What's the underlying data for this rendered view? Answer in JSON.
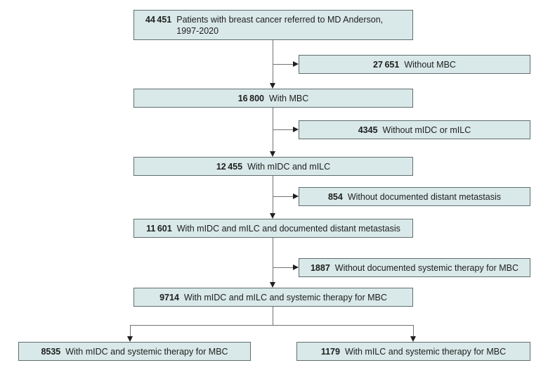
{
  "figure": {
    "type": "flowchart",
    "description": "CONSORT-style patient flow diagram",
    "colors": {
      "box_fill": "#d9e8e8",
      "box_border": "#5f6e6e",
      "connector_line": "#6f7274",
      "arrowhead": "#1f1f1f",
      "text": "#1e1e1e",
      "background": "#ffffff"
    }
  },
  "boxes": {
    "top": {
      "value": "44 451",
      "label": "Patients with breast cancer referred to MD Anderson,",
      "label2": "1997-2020"
    },
    "side1": {
      "value": "27 651",
      "label": "Without MBC"
    },
    "main2": {
      "value": "16 800",
      "label": "With MBC"
    },
    "side2": {
      "value": "4345",
      "label": "Without mIDC or mILC"
    },
    "main3": {
      "value": "12 455",
      "label": "With mIDC and mILC"
    },
    "side3": {
      "value": "854",
      "label": "Without documented distant metastasis"
    },
    "main4": {
      "value": "11 601",
      "label": "With mIDC and mILC and documented distant metastasis"
    },
    "side4": {
      "value": "1887",
      "label": "Without documented systemic therapy for MBC"
    },
    "main5": {
      "value": "9714",
      "label": "With mIDC and mILC and systemic therapy for MBC"
    },
    "bottom_left": {
      "value": "8535",
      "label": "With mIDC and systemic therapy for MBC"
    },
    "bottom_right": {
      "value": "1179",
      "label": "With mILC and systemic therapy for MBC"
    }
  }
}
